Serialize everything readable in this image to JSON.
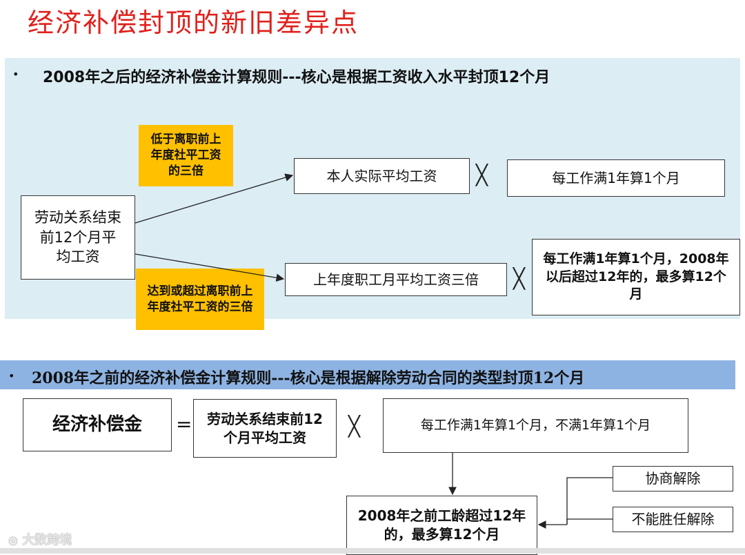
{
  "title": "经济补偿封顶的新旧差异点",
  "section1": {
    "bullet": "•",
    "heading": "2008年之后的经济补偿金计算规则---核心是根据工资收入水平封顶12个月",
    "source_box": "劳动关系结束前12个月平均工资",
    "cond_low": "低于离职前上年度社平工资的三倍",
    "cond_high": "达到或超过离职前上年度社平工资的三倍",
    "result_low_a": "本人实际平均工资",
    "result_low_b": "每工作满1年算1个月",
    "result_high_a": "上年度职工月平均工资三倍",
    "result_high_b": "每工作满1年算1个月，2008年以后超过12年的，最多算12个月",
    "multiply": "╳"
  },
  "section2": {
    "bullet": "•",
    "heading": "2008年之前的经济补偿金计算规则---核心是根据解除劳动合同的类型封顶12个月",
    "comp_box": "经济补偿金",
    "equals": "=",
    "salary_box": "劳动关系结束前12个月平均工资",
    "multiply": "╳",
    "years_box": "每工作满1年算1个月，不满1年算1个月",
    "cap_box": "2008年之前工龄超过12年的，最多算12个月",
    "type_a": "协商解除",
    "type_b": "不能胜任解除"
  },
  "watermark": "大数跨境",
  "colors": {
    "title": "#e0201b",
    "panel": "#dcedf4",
    "band": "#8db3e2",
    "highlight": "#ffc000"
  }
}
